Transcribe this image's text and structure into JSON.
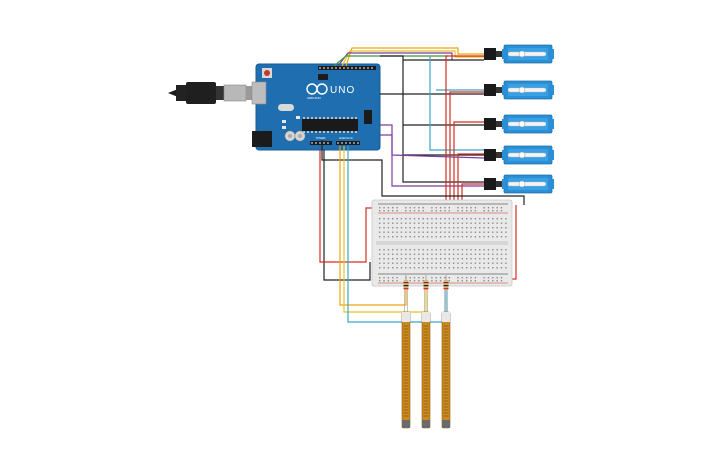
{
  "board": {
    "model_label": "UNO",
    "brand_label": "ARDUINO",
    "power_header_label": "POWER",
    "analog_header_label": "ANALOG IN"
  },
  "components": {
    "usb_cable": "usb-plug-icon",
    "servo_count": 5,
    "flex_sensor_count": 3,
    "resistor_count": 3
  },
  "wire_colors": {
    "red": "#d62d20",
    "black": "#222222",
    "orange": "#f0a30a",
    "yellow": "#e6c229",
    "purple": "#7b3fa0",
    "teal": "#3aa6c9",
    "green": "#3a9a3a"
  }
}
